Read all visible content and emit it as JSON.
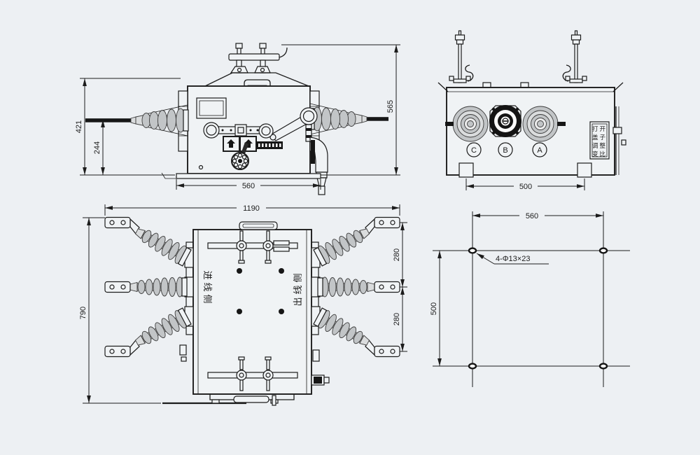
{
  "colors": {
    "background": "#edf0f3",
    "line": "#1c1c1c",
    "insulator": "#c2c5c7",
    "insulator_light": "#dadcdd",
    "dark_fill": "#161616"
  },
  "views": {
    "front": {
      "dims": {
        "overall_height": "421",
        "terminal_height": "244",
        "total_height": "565",
        "base_width": "560"
      }
    },
    "side": {
      "dims": {
        "foot_spacing": "500"
      },
      "phase_labels": [
        "C",
        "B",
        "A"
      ],
      "name_plate_rows": [
        "打开",
        "盖子",
        "调整",
        "变比"
      ]
    },
    "top": {
      "dims": {
        "overall_width": "1190",
        "overall_depth": "790",
        "phase_pitch_upper": "280",
        "phase_pitch_lower": "280"
      },
      "incoming_side_label": "进线侧",
      "outgoing_side_label": "出线侧"
    },
    "mounting": {
      "dims": {
        "hole_spacing_x": "560",
        "hole_spacing_y": "500"
      },
      "hole_callout": "4-Φ13×23"
    }
  }
}
